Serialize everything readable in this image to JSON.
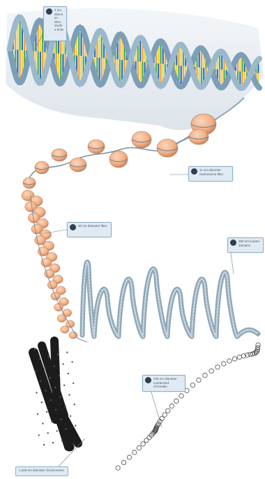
{
  "callouts": [
    {
      "number": "",
      "text": "2 nm diameter DNA double helix"
    },
    {
      "number": "",
      "text": "11 nm diameter nucleosome fiber"
    },
    {
      "number": "",
      "text": "30 nm diameter fiber"
    },
    {
      "number": "",
      "text": "300 nm looped domains"
    },
    {
      "number": "",
      "text": "700 nm diameter condensed chromatin"
    }
  ],
  "chromosome_label": "1,400 nm diameter chromosome",
  "colors": {
    "backbone": "#7c9fb7",
    "background_band": "#e2e8ee",
    "base_orange": "#f3a23a",
    "base_yellow": "#f4d53f",
    "base_green": "#4caf4f",
    "base_blue": "#2f6fb7",
    "nucleosome": "#f2b58e",
    "fiber": "#8ea7b8",
    "chromosome": "#1c1c1c",
    "callout_bg": "#dfeaf3"
  },
  "icons": [
    "number-badge"
  ]
}
